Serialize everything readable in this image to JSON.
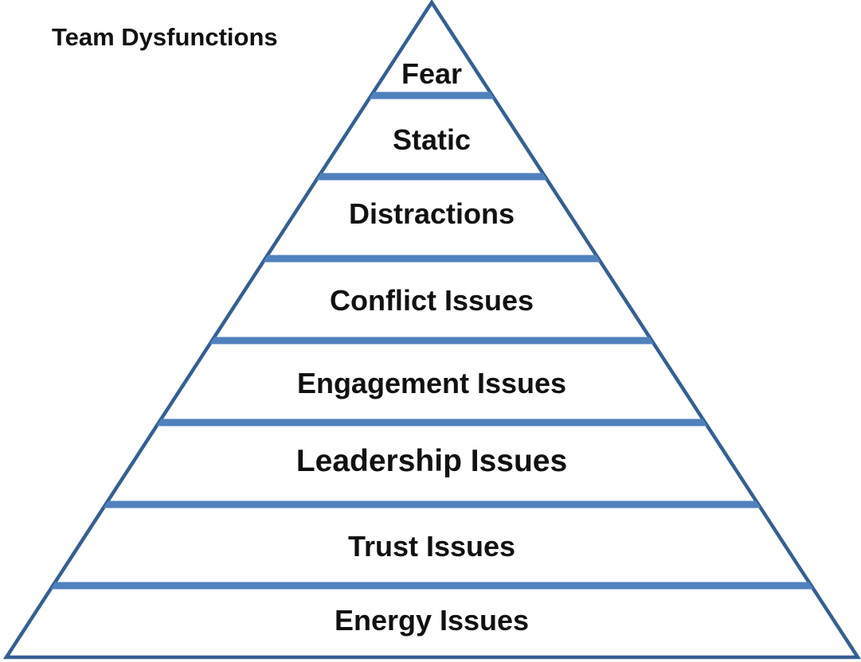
{
  "title": "Team Dysfunctions",
  "pyramid": {
    "levels": [
      {
        "label": "Fear"
      },
      {
        "label": "Static"
      },
      {
        "label": "Distractions"
      },
      {
        "label": "Conflict Issues"
      },
      {
        "label": "Engagement Issues"
      },
      {
        "label": "Leadership Issues"
      },
      {
        "label": "Trust Issues"
      },
      {
        "label": "Energy Issues"
      }
    ],
    "colors": {
      "outline": "#365f91",
      "divider": "#4f81bd",
      "text": "#111111",
      "background": "#ffffff"
    }
  }
}
